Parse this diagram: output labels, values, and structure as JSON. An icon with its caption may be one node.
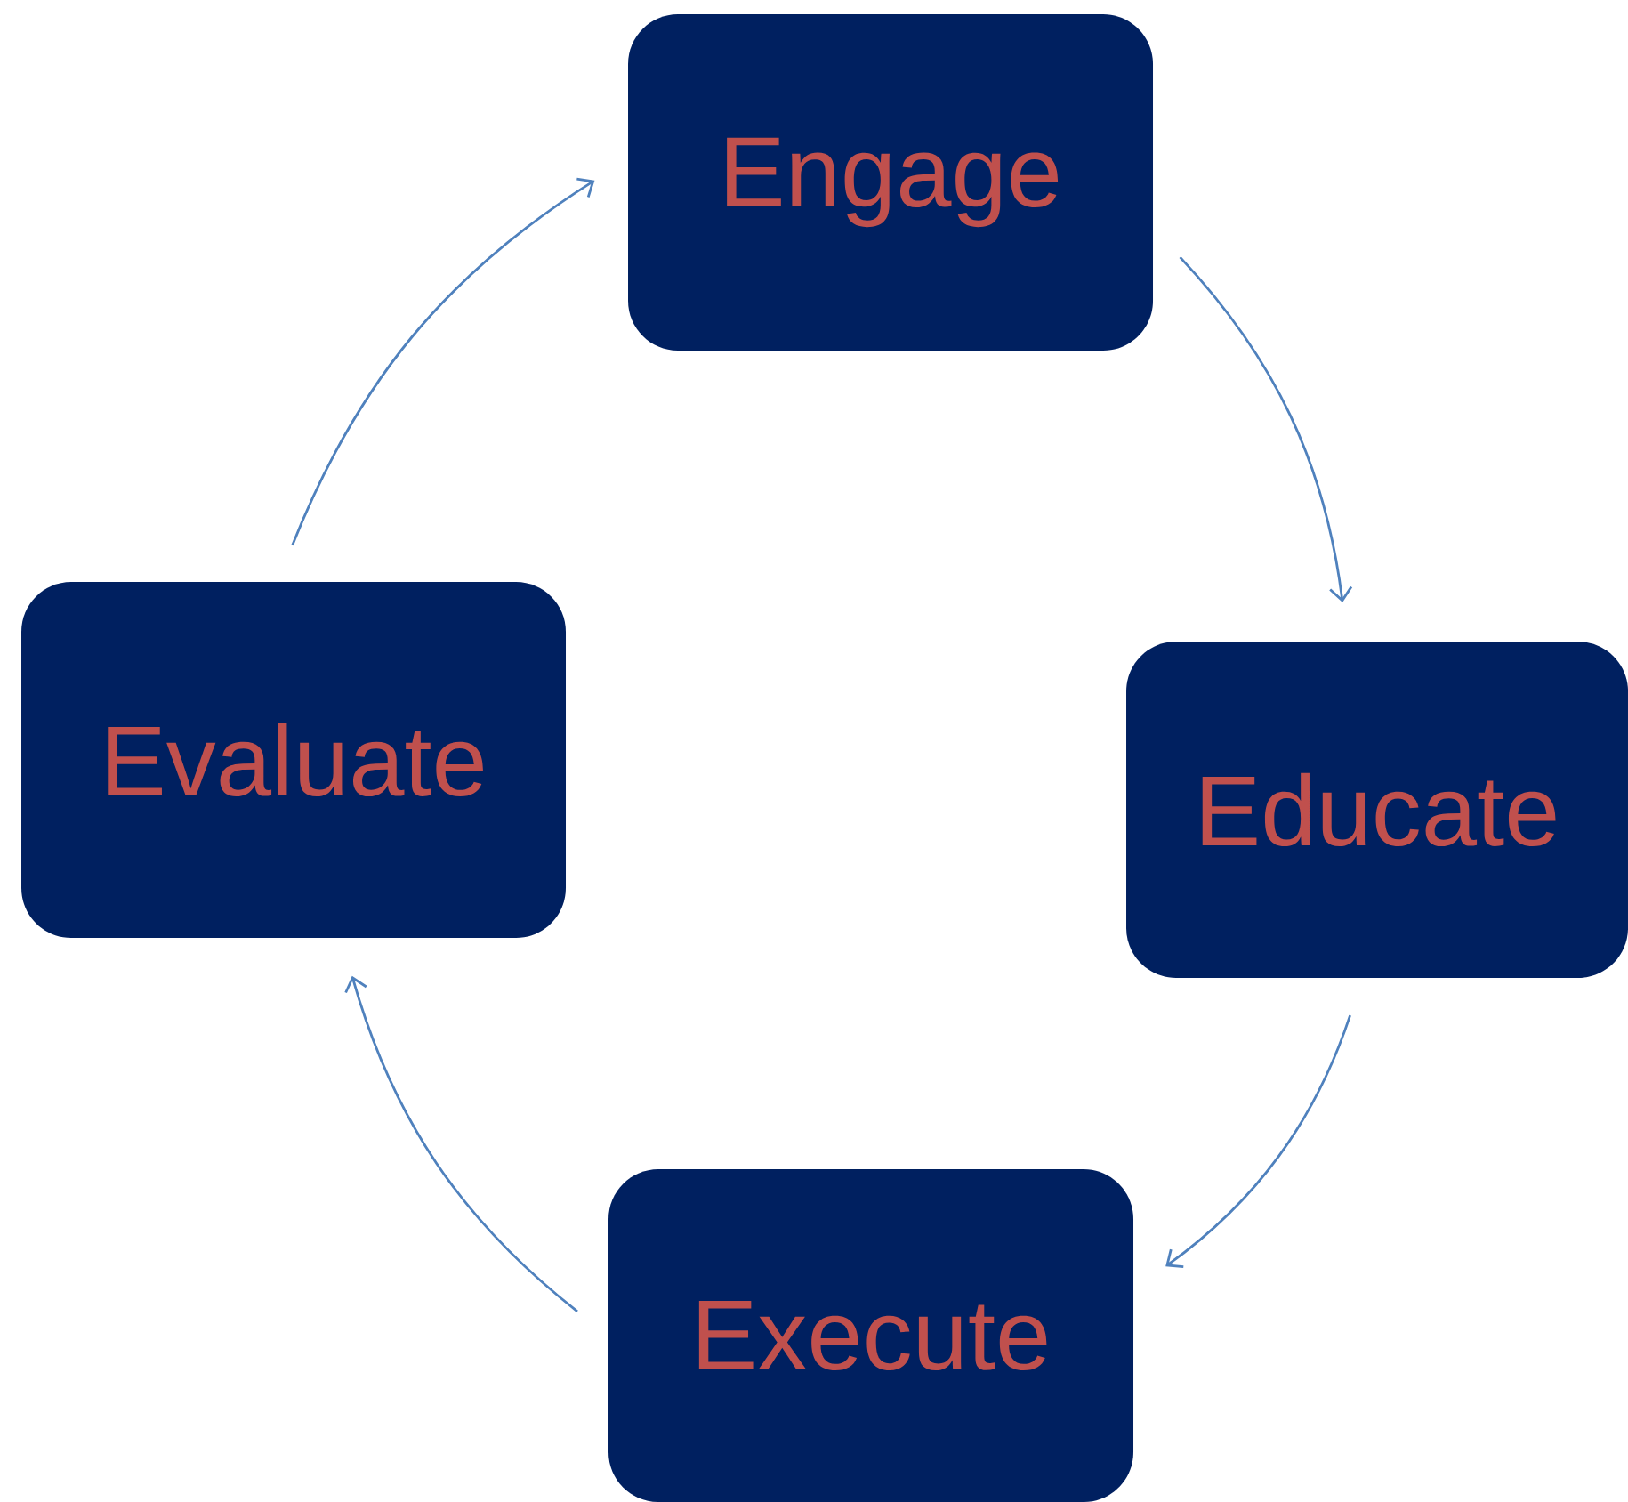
{
  "diagram": {
    "nodes": [
      {
        "text": [
          "Engage"
        ]
      },
      {
        "text": [
          "Educate"
        ]
      },
      {
        "text": [
          "Execute"
        ]
      },
      {
        "text": [
          "Evaluate"
        ]
      }
    ],
    "edges": [
      {
        "from": 0,
        "to": 1,
        "arrow": "to"
      },
      {
        "from": 1,
        "to": 2,
        "arrow": "to"
      },
      {
        "from": 2,
        "to": 3,
        "arrow": "to"
      },
      {
        "from": 3,
        "to": 0,
        "arrow": "to"
      }
    ]
  }
}
